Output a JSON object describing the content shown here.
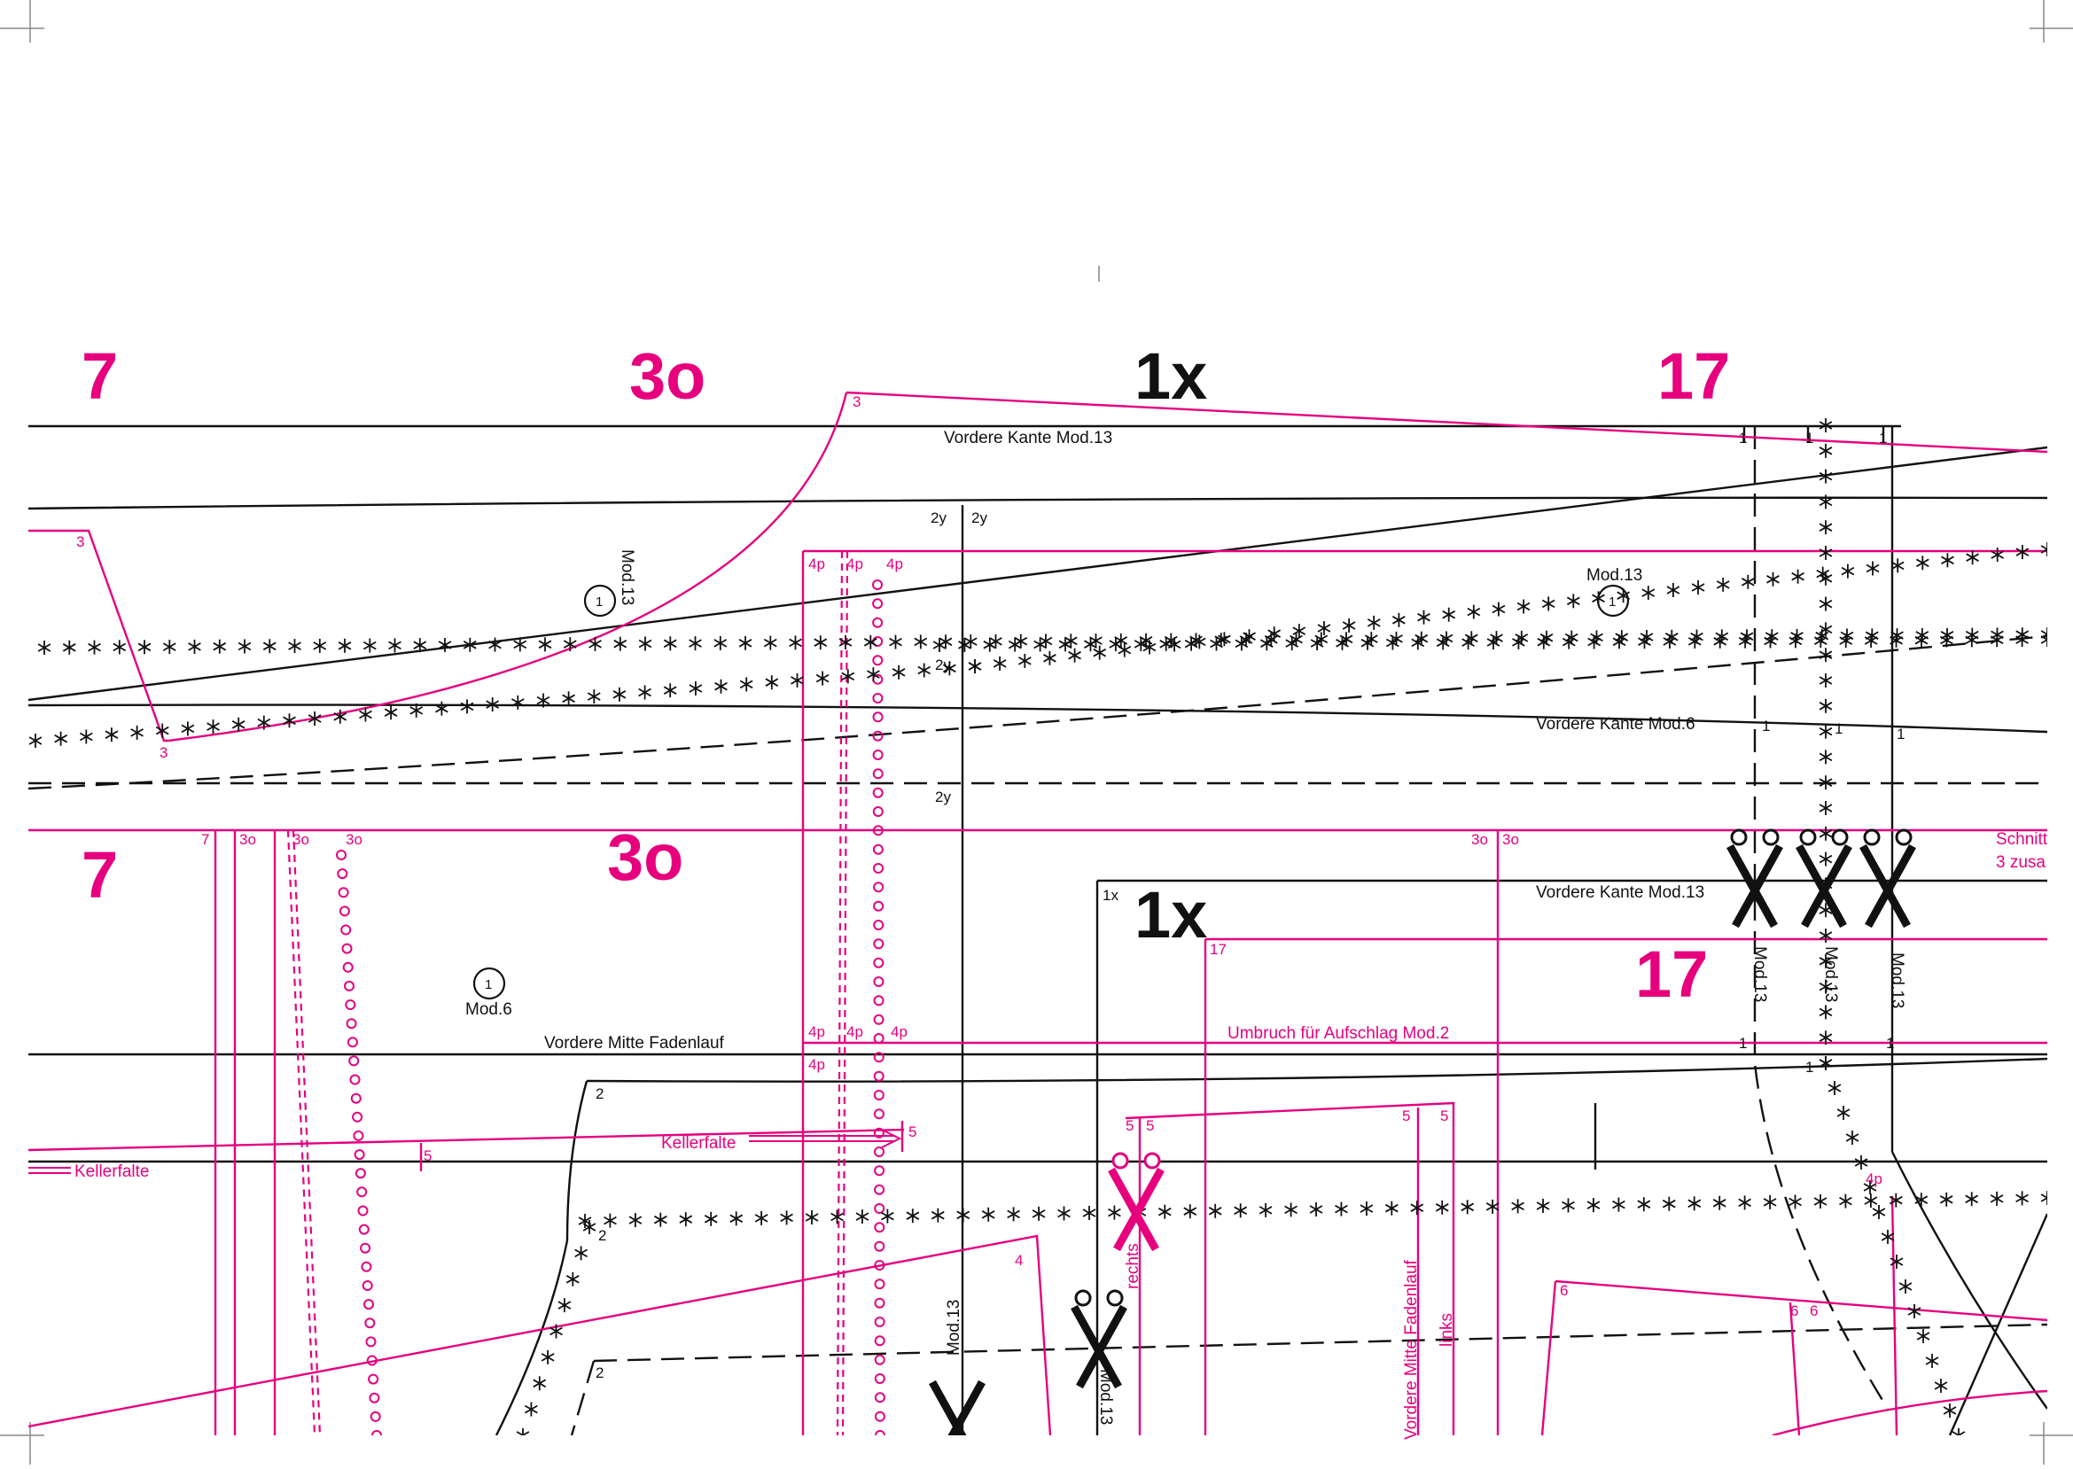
{
  "colors": {
    "black": "#111111",
    "pink": "#e6007e"
  },
  "header": {
    "piece_7": "7",
    "piece_3o": "3o",
    "piece_1x": "1x",
    "piece_17": "17"
  },
  "middle": {
    "piece_7": "7",
    "piece_3o": "3o",
    "piece_1x": "1x",
    "piece_17": "17"
  },
  "labels": {
    "vordere_kante_mod13_top": "Vordere Kante Mod.13",
    "vordere_kante_mod6": "Vordere Kante Mod.6",
    "vordere_kante_mod13_mid": "Vordere Kante Mod.13",
    "vordere_mitte_fadenlauf": "Vordere Mitte   Fadenlauf",
    "umbruch_aufschlag": "Umbruch für Aufschlag Mod.2",
    "kellerfalte_center": "Kellerfalte",
    "kellerfalte_left": "Kellerfalte",
    "schnitt_line1": "Schnitt",
    "schnitt_line2": "3 zusa",
    "mod13_circle": "Mod.13",
    "mod13_vertical": "Mod.13",
    "mod6_circle": "Mod.6",
    "mod13_v1": "Mod.13",
    "mod13_v2": "Mod.13",
    "mod13_v3": "Mod.13",
    "mod13_v4": "Mod.13",
    "mod13_v5": "Mod.13",
    "rechts": "rechts",
    "links": "links",
    "vordere_mitte_fadenlauf_vertical": "Vordere Mitte  Fadenlauf",
    "circle_number": "1"
  },
  "markers": {
    "m1": "1",
    "m2": "2",
    "m2y": "2y",
    "m3": "3",
    "m3o": "3o",
    "m4": "4",
    "m4p": "4p",
    "m5": "5",
    "m6": "6",
    "m7": "7",
    "m17": "17",
    "m1x": "1x"
  }
}
